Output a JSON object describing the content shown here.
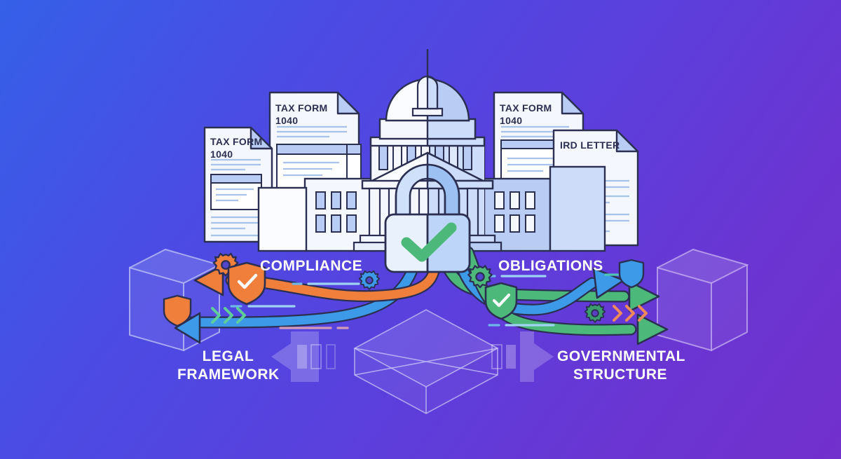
{
  "scene": {
    "title": "Tax compliance and governmental structure illustration",
    "background": {
      "gradient_from": "#3560e8",
      "gradient_to": "#7230cd",
      "direction": "top-left to bottom-right"
    }
  },
  "palette": {
    "blue_bg_start": "#3560e8",
    "purple_bg_end": "#7230cd",
    "paper_white": "#f4f7fd",
    "paper_blue": "#b9cdf4",
    "outline_navy": "#2b2f52",
    "accent_orange": "#f07f3c",
    "accent_blue": "#3d9ae8",
    "accent_green": "#4cb97b",
    "line_blue": "#a9c2ea",
    "wire_white": "#cfd4f7"
  },
  "documents": [
    {
      "name": "tax-form-back-left",
      "title": "TAX FORM\n1040"
    },
    {
      "name": "tax-form-front-left",
      "title": "TAX FORM\n1040"
    },
    {
      "name": "tax-form-back-right",
      "title": "TAX FORM\n1040"
    },
    {
      "name": "ird-letter-right",
      "title": "IRD LETTER"
    }
  ],
  "labels": {
    "compliance": "COMPLIANCE",
    "obligations": "OBLIGATIONS",
    "legal_framework": "LEGAL\nFRAMEWORK",
    "governmental_structure": "GOVERNMENTAL\nSTRUCTURE"
  },
  "icons": {
    "padlock": "lock-icon",
    "padlock_check": "check-icon",
    "shield_left": "shield-check-icon",
    "shield_left_small": "shield-icon",
    "shield_right": "shield-check-icon",
    "shield_right_small": "shield-icon",
    "gear_left_orange": "gear-icon",
    "gear_center_blue": "gear-icon",
    "gear_center_green": "gear-icon",
    "gear_right_green": "gear-icon",
    "gear_right_dark": "gear-icon",
    "chevrons_left": "chevrons-right-icon",
    "chevrons_right": "chevrons-right-icon",
    "arrow_left": "arrow-left-icon",
    "arrow_right": "arrow-right-icon"
  },
  "flows": [
    {
      "name": "compliance-orange-arrow",
      "direction": "left",
      "color": "#f07f3c"
    },
    {
      "name": "compliance-blue-arrow",
      "direction": "left",
      "color": "#3d9ae8"
    },
    {
      "name": "obligations-green-arrow",
      "direction": "right",
      "color": "#4cb97b"
    },
    {
      "name": "obligations-blue-arrow",
      "direction": "right",
      "color": "#3d9ae8"
    },
    {
      "name": "obligations-green-arrow-lower",
      "direction": "right",
      "color": "#4cb97b"
    }
  ],
  "shapes": {
    "left_cube": "wireframe-cube",
    "right_cube": "wireframe-cube",
    "center_box": "wireframe-isometric-box",
    "building": "capitol-building"
  }
}
